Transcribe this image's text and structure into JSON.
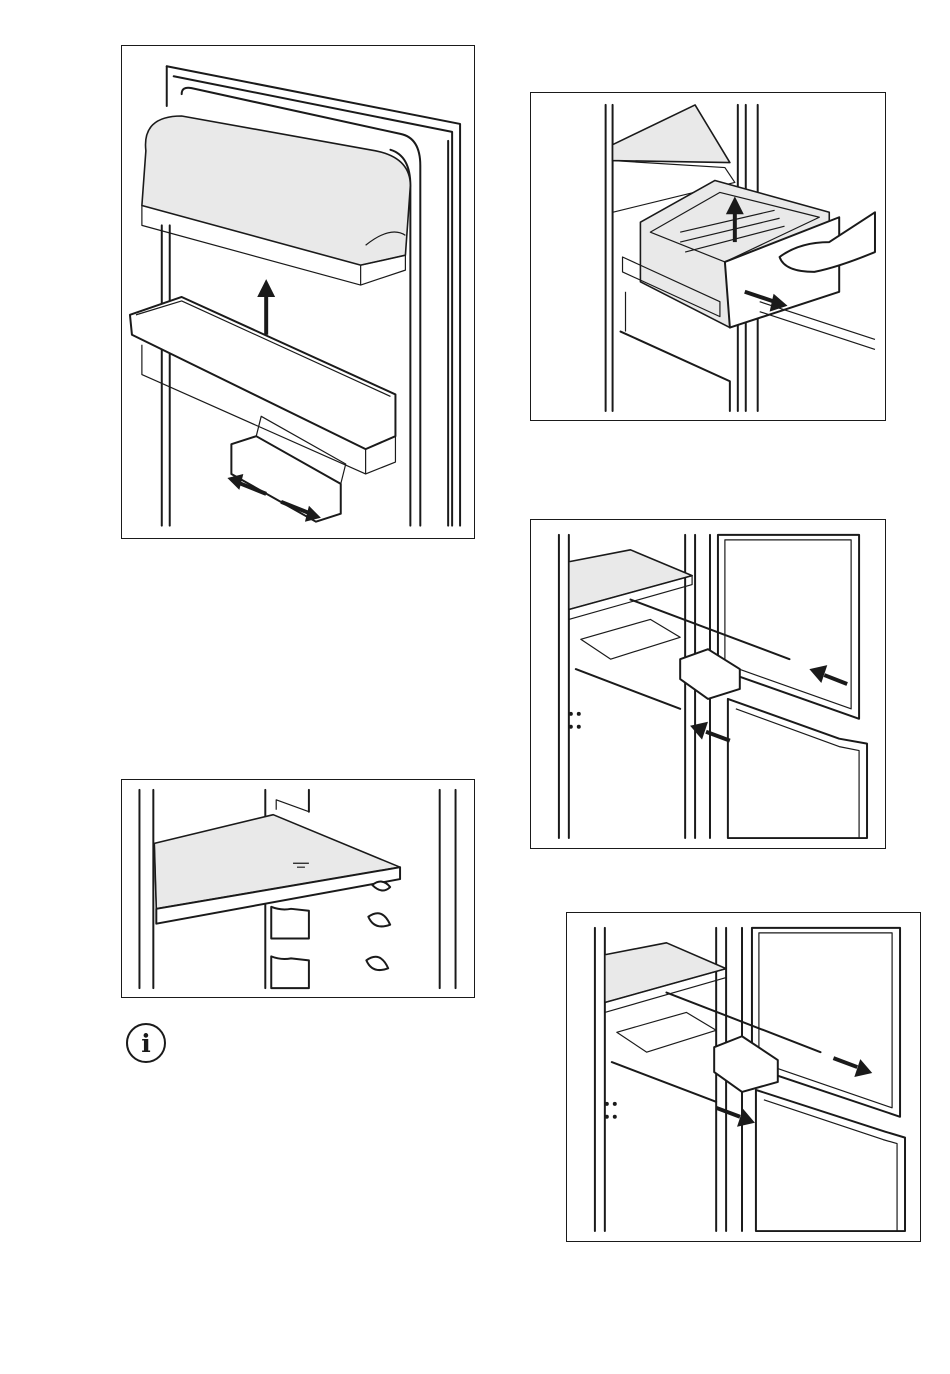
{
  "figures": [
    {
      "illustration": "door-balcony-removal",
      "arrows": [
        "up",
        "left-right"
      ]
    },
    {
      "illustration": "drawer-removal",
      "arrows": [
        "up",
        "right"
      ]
    },
    {
      "illustration": "glass-shelf",
      "arrows": []
    },
    {
      "illustration": "door-hinge-rails-insert",
      "arrows": [
        "left",
        "left"
      ]
    },
    {
      "illustration": "door-hinge-rails-slide",
      "arrows": [
        "right",
        "right"
      ]
    }
  ],
  "info_icon": {
    "icon": "info-icon",
    "glyph": "i"
  },
  "colors": {
    "line": "#1a1a1a",
    "background": "#ffffff",
    "shade": "#e9e9e9"
  }
}
